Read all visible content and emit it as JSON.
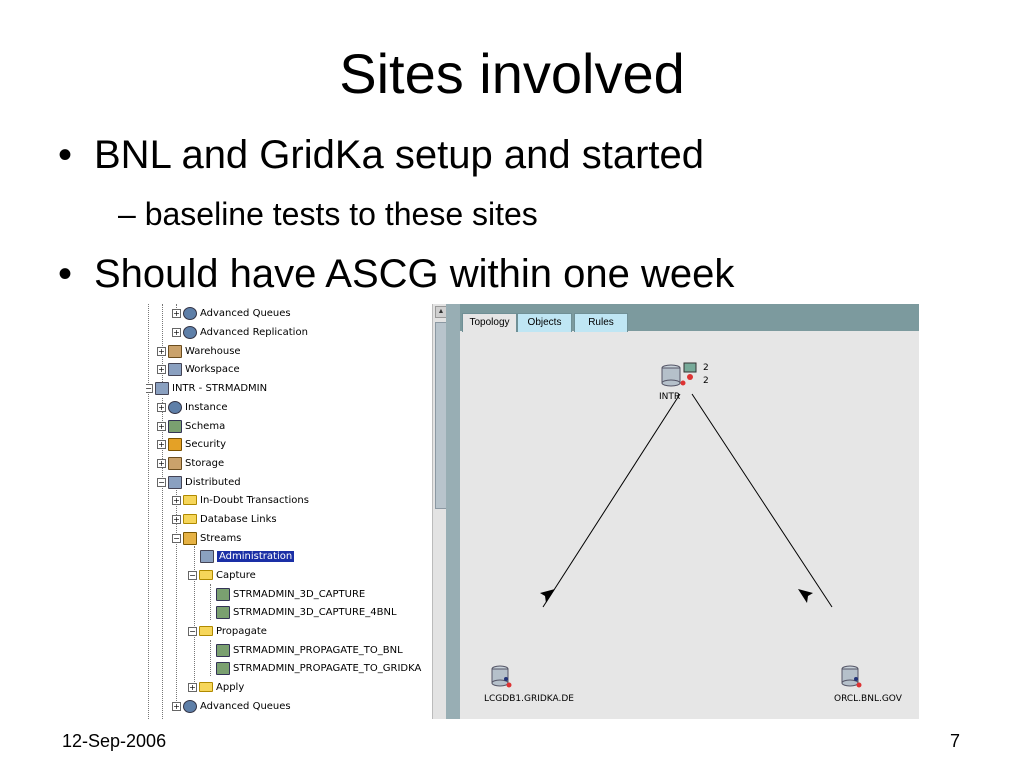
{
  "slide": {
    "title": "Sites involved",
    "bullets": [
      {
        "text": "BNL and GridKa setup and started",
        "sub": "– baseline tests to these sites"
      },
      {
        "text": "Should have ASCG within one week"
      }
    ],
    "bullet_glyph": "•",
    "footer_date": "12-Sep-2006",
    "page_number": "7"
  },
  "tree": {
    "items": [
      {
        "label": "Advanced Queues",
        "icon": "queue-icon"
      },
      {
        "label": "Advanced Replication",
        "icon": "replication-icon"
      },
      {
        "label": "Warehouse",
        "icon": "warehouse-icon"
      },
      {
        "label": "Workspace",
        "icon": "workspace-icon"
      },
      {
        "label": "INTR - STRMADMIN",
        "icon": "database-icon"
      },
      {
        "label": "Instance",
        "icon": "instance-icon"
      },
      {
        "label": "Schema",
        "icon": "schema-icon"
      },
      {
        "label": "Security",
        "icon": "security-icon"
      },
      {
        "label": "Storage",
        "icon": "storage-icon"
      },
      {
        "label": "Distributed",
        "icon": "distributed-icon"
      },
      {
        "label": "In-Doubt Transactions",
        "icon": "folder-icon"
      },
      {
        "label": "Database Links",
        "icon": "folder-icon"
      },
      {
        "label": "Streams",
        "icon": "streams-icon"
      },
      {
        "label": "Administration",
        "icon": "administration-icon"
      },
      {
        "label": "Capture",
        "icon": "folder-icon"
      },
      {
        "label": "STRMADMIN_3D_CAPTURE",
        "icon": "process-icon"
      },
      {
        "label": "STRMADMIN_3D_CAPTURE_4BNL",
        "icon": "process-icon"
      },
      {
        "label": "Propagate",
        "icon": "folder-icon"
      },
      {
        "label": "STRMADMIN_PROPAGATE_TO_BNL",
        "icon": "process-icon"
      },
      {
        "label": "STRMADMIN_PROPAGATE_TO_GRIDKA",
        "icon": "process-icon"
      },
      {
        "label": "Apply",
        "icon": "folder-icon"
      },
      {
        "label": "Advanced Queues",
        "icon": "queue-icon"
      }
    ],
    "selected": "Administration"
  },
  "panel": {
    "tabs": [
      "Topology",
      "Objects",
      "Rules"
    ],
    "active_tab": "Topology",
    "topology": {
      "nodes": [
        {
          "label": "INTR",
          "badges": [
            "2",
            "2"
          ]
        },
        {
          "label": "LCGDB1.GRIDKA.DE"
        },
        {
          "label": "ORCL.BNL.GOV"
        }
      ]
    }
  }
}
